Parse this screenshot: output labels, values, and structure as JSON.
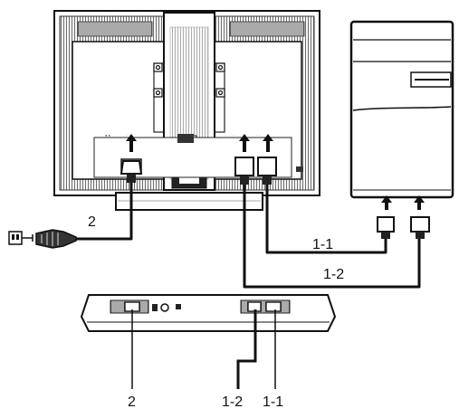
{
  "labels": {
    "power_cable_top": "2",
    "cable_1_1_top": "1-1",
    "cable_1_2_top": "1-2",
    "power_bottom": "2",
    "cable_1_2_bottom": "1-2",
    "cable_1_1_bottom": "1-1"
  },
  "colors": {
    "line": "#111111",
    "hatch": "#7a7a7a",
    "panel_fill": "#ffffff",
    "dark_fill": "#2a2a2a"
  },
  "icons": {
    "wall_outlet": "power-outlet-icon",
    "plug": "power-plug-icon",
    "arrow": "arrow-down-icon"
  }
}
